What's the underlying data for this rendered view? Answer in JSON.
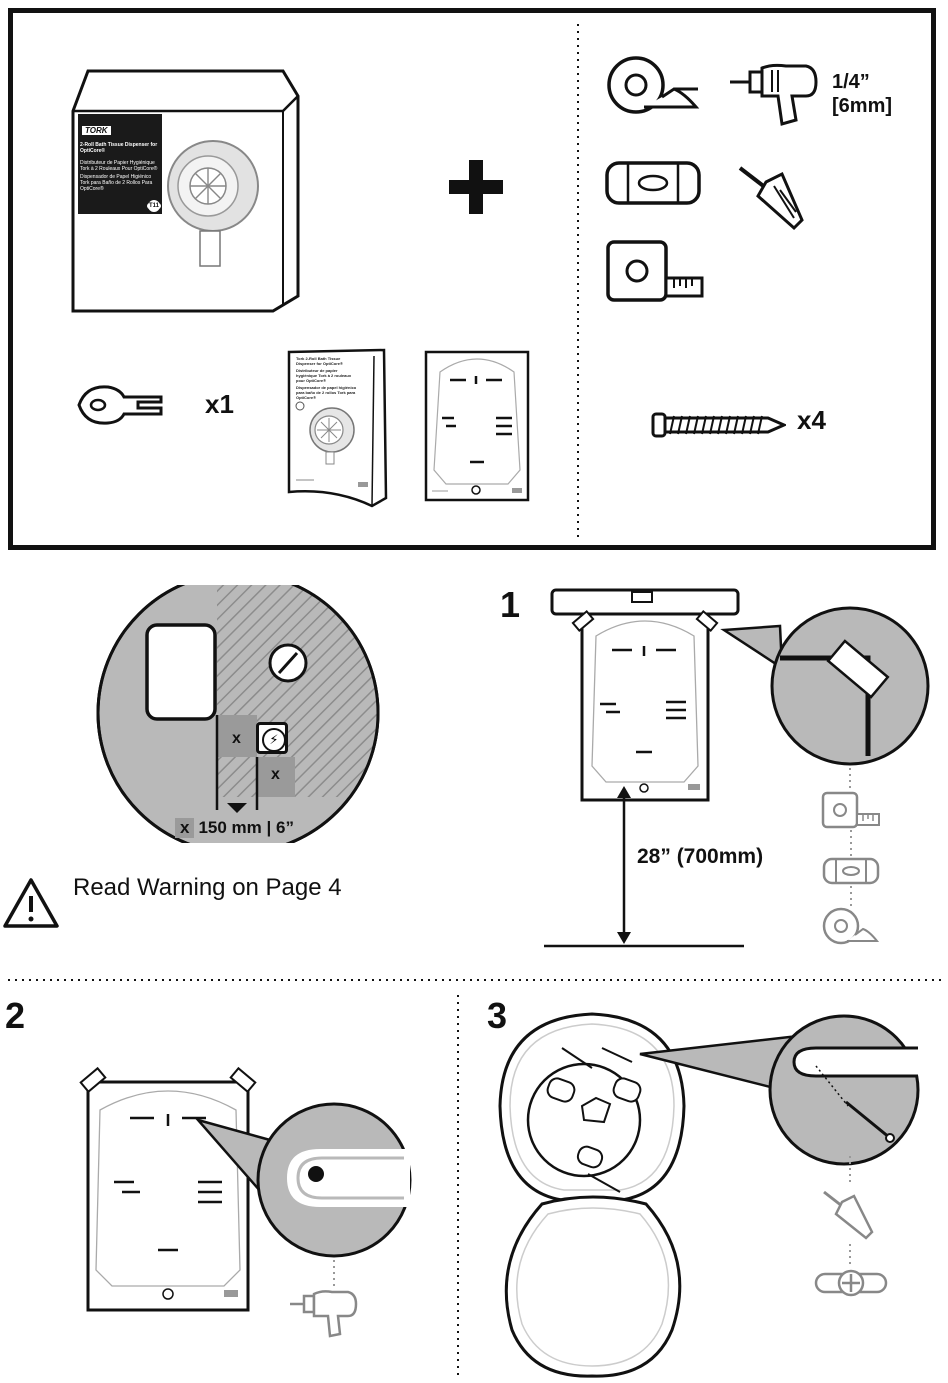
{
  "box": {
    "brand": "TORK",
    "title_en": "2-Roll Bath Tissue Dispenser for OptiCore®",
    "title_fr": "Distributeur de Papier Hygiénique Tork à 2 Rouleaux Pour OptiCore®",
    "title_es": "Dispensador de Papel Higiénico Tork para Baño de 2 Rollos Para OptiCore®",
    "model": "T11"
  },
  "contents": {
    "key_qty": "x1",
    "screws_qty": "x4",
    "drill_size_in": "1/4”",
    "drill_size_mm": "[6mm]"
  },
  "manual": {
    "line1": "Tork 2-Roll Bath Tissue Dispenser for OptiCore®",
    "line2": "Distributeur de papier hygiénique Tork à 2 rouleaux pour OptiCore®",
    "line3": "Dispensador de papel higiénico para baño de 2 rollos Tork para OptiCore®"
  },
  "clearance": {
    "marker": "x",
    "distance": "150 mm | 6”"
  },
  "warning": {
    "text": "Read Warning on Page 4"
  },
  "steps": {
    "step1": "1",
    "step2": "2",
    "step3": "3",
    "height": "28” (700mm)"
  },
  "icons": [
    "tape-icon",
    "drill-icon",
    "level-icon",
    "screwdriver-icon",
    "tape-measure-icon",
    "key-icon",
    "screw-icon",
    "warning-icon",
    "electrical-outlet-icon",
    "plus-icon"
  ]
}
